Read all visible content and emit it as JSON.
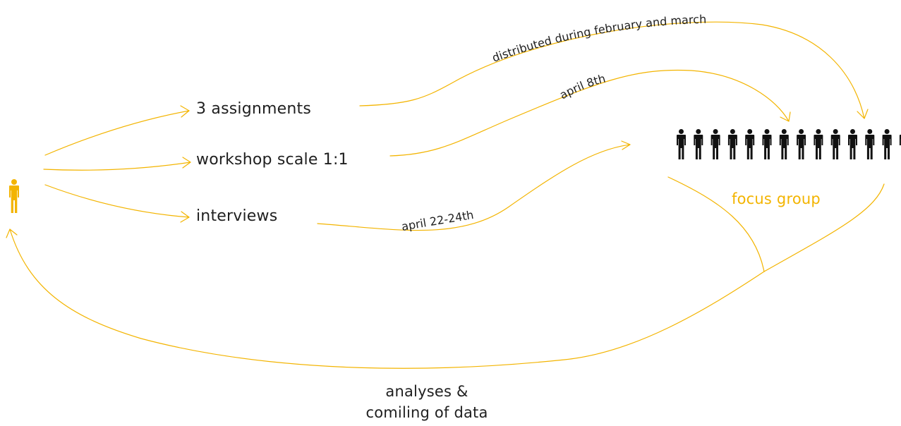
{
  "nodes": {
    "assignments": "3 assignments",
    "workshop": "workshop scale 1:1",
    "interviews": "interviews",
    "focus_group": "focus group",
    "analyses_line1": "analyses &",
    "analyses_line2": "comiling of data"
  },
  "edge_labels": {
    "distributed": "distributed during february and march",
    "april8": "april 8th",
    "april22": "april 22-24th"
  },
  "focus_group_size": 14,
  "colors": {
    "accent": "#f3b400",
    "person_dark": "#111111",
    "text": "#1f1f1f"
  },
  "icons": {
    "researcher": "person-icon",
    "group_member": "person-icon"
  }
}
